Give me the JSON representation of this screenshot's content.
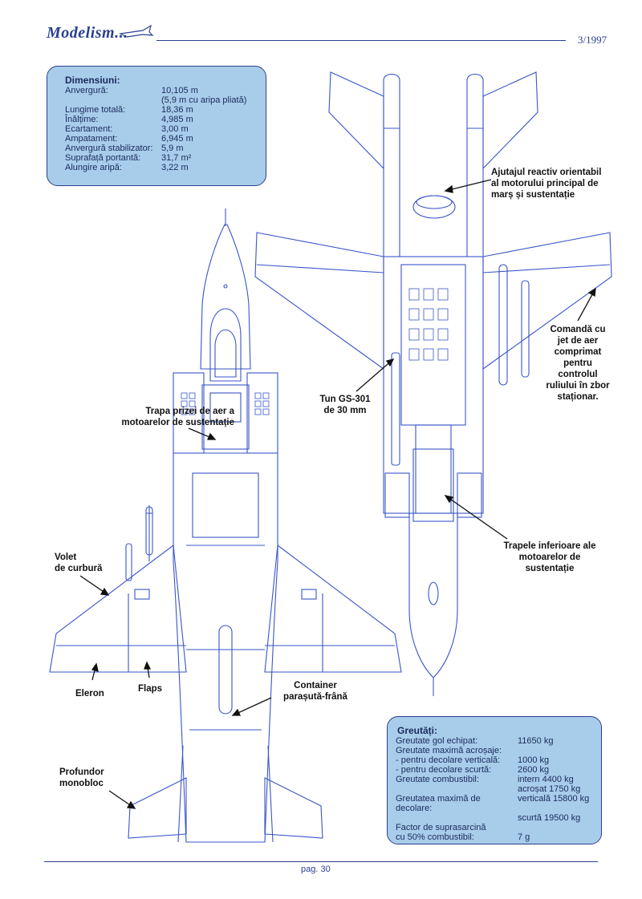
{
  "header": {
    "logo": "Modelism...",
    "issue": "3/1997"
  },
  "footer": {
    "page": "pag. 30"
  },
  "dimensions": {
    "title": "Dimensiuni:",
    "rows": [
      {
        "label": "Anvergură:",
        "value": "10,105 m"
      },
      {
        "label": "",
        "value": "(5,9 m cu aripa pliată)"
      },
      {
        "label": "Lungime totală:",
        "value": "18,36 m"
      },
      {
        "label": "Înălțime:",
        "value": "4,985 m"
      },
      {
        "label": "Ecartament:",
        "value": "3,00 m"
      },
      {
        "label": "Ampatament:",
        "value": "6,945 m"
      },
      {
        "label": "Anvergură stabilizator:",
        "value": "5,9 m"
      },
      {
        "label": "Suprafață portantă:",
        "value": "31,7 m²"
      },
      {
        "label": "Alungire aripă:",
        "value": "3,22 m"
      }
    ]
  },
  "weights": {
    "title": "Greutăți:",
    "rows": [
      {
        "label": "Greutate gol echipat:",
        "value": "11650 kg"
      },
      {
        "label": "Greutate maximă acroșaje:",
        "value": ""
      },
      {
        "label": "- pentru decolare verticală:",
        "value": "1000 kg"
      },
      {
        "label": "- pentru decolare scurtă:",
        "value": "2600 kg"
      },
      {
        "label": "Greutate combustibil:",
        "value": "intern 4400 kg"
      },
      {
        "label": "",
        "value": "acroșat 1750 kg"
      },
      {
        "label": "Greutatea maximă de decolare:",
        "value": "verticală 15800 kg"
      },
      {
        "label": "",
        "value": "scurtă 19500 kg"
      },
      {
        "label": "Factor de suprasarcină",
        "value": ""
      },
      {
        "label": "cu 50% combustibil:",
        "value": "7 g"
      }
    ]
  },
  "callouts": {
    "ajutaj": [
      "Ajutajul reactiv orientabil",
      "al motorului principal de",
      "marș și sustentație"
    ],
    "comanda": [
      "Comandă cu",
      "jet de aer",
      "comprimat",
      "pentru",
      "controlul",
      "ruliului în zbor",
      "staționar."
    ],
    "tun": [
      "Tun GS-301",
      "de 30 mm"
    ],
    "trapa": [
      "Trapa prizei de aer a",
      "motoarelor de sustentație"
    ],
    "trapele": [
      "Trapele inferioare ale",
      "motoarelor de",
      "sustentație"
    ],
    "volet": [
      "Volet",
      "de curbură"
    ],
    "eleron": [
      "Eleron"
    ],
    "flaps": [
      "Flaps"
    ],
    "container": [
      "Container",
      "parașută-frână"
    ],
    "profundor": [
      "Profundor",
      "monobloc"
    ]
  },
  "colors": {
    "ink": "#2b3f8f",
    "box_fill": "#a8cdea",
    "line": "#3a55c8"
  }
}
